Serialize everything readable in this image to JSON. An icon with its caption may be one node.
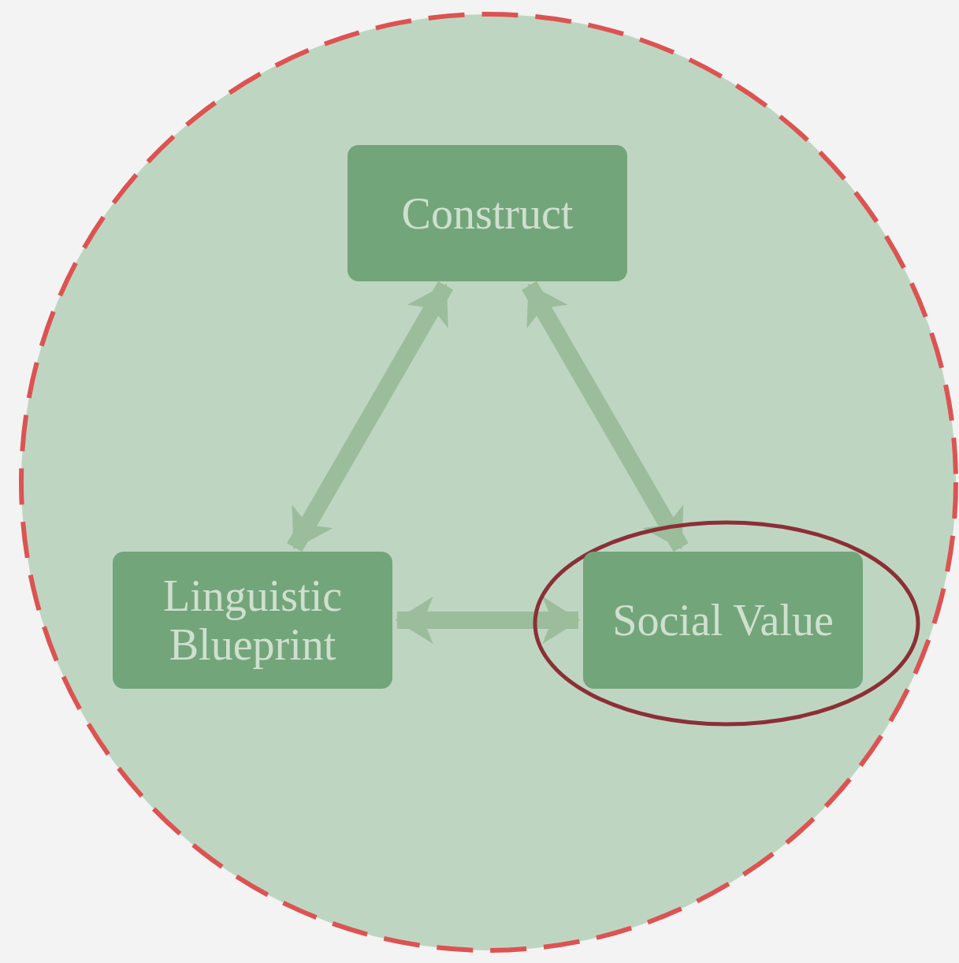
{
  "diagram": {
    "nodes": [
      {
        "text": [],
        "shape": "circle"
      },
      {
        "text": [
          "Construct"
        ],
        "in": 0
      },
      {
        "text": [
          "Linguistic Blueprint"
        ],
        "in": 0
      },
      {
        "text": [],
        "shape": "ellipse",
        "in": 0
      },
      {
        "text": [
          "Social Value"
        ],
        "in": 3
      }
    ],
    "edges": [
      {
        "from": 1,
        "to": 2,
        "arrow": "both"
      },
      {
        "from": 1,
        "to": 4,
        "arrow": "both"
      },
      {
        "from": 2,
        "to": 4,
        "arrow": "both"
      }
    ]
  }
}
